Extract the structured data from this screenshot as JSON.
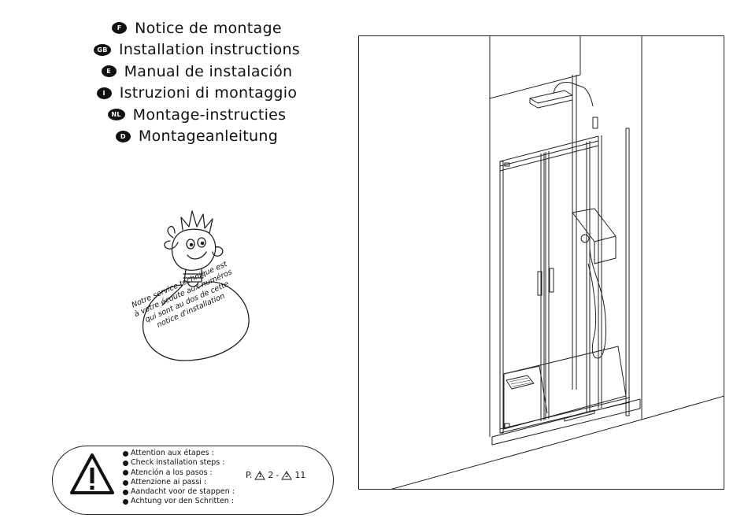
{
  "languages": [
    {
      "code": "F",
      "title": "Notice de montage"
    },
    {
      "code": "GB",
      "title": "Installation instructions"
    },
    {
      "code": "E",
      "title": "Manual de instalación"
    },
    {
      "code": "I",
      "title": "Istruzioni di montaggio"
    },
    {
      "code": "NL",
      "title": "Montage-instructies"
    },
    {
      "code": "D",
      "title": "Montageanleitung"
    }
  ],
  "service_note": {
    "lines": [
      "Notre service technique est",
      "à votre écoute aux numéros",
      "qui sont au dos de cette",
      "notice d'installation"
    ]
  },
  "attention": {
    "steps": [
      "Attention aux étapes :",
      "Check installation steps :",
      "Atención a los pasos :",
      "Attenzione ai passi :",
      "Aandacht voor de stappen :",
      "Achtung vor den Schritten :"
    ],
    "page_prefix": "P.",
    "step_a_marker": "1",
    "step_a_page": "2",
    "separator": "-",
    "step_b_marker": "2",
    "step_b_page": "11"
  },
  "icons": {
    "warning": "warning-triangle-icon",
    "mascot": "lightbulb-mascot-icon"
  }
}
